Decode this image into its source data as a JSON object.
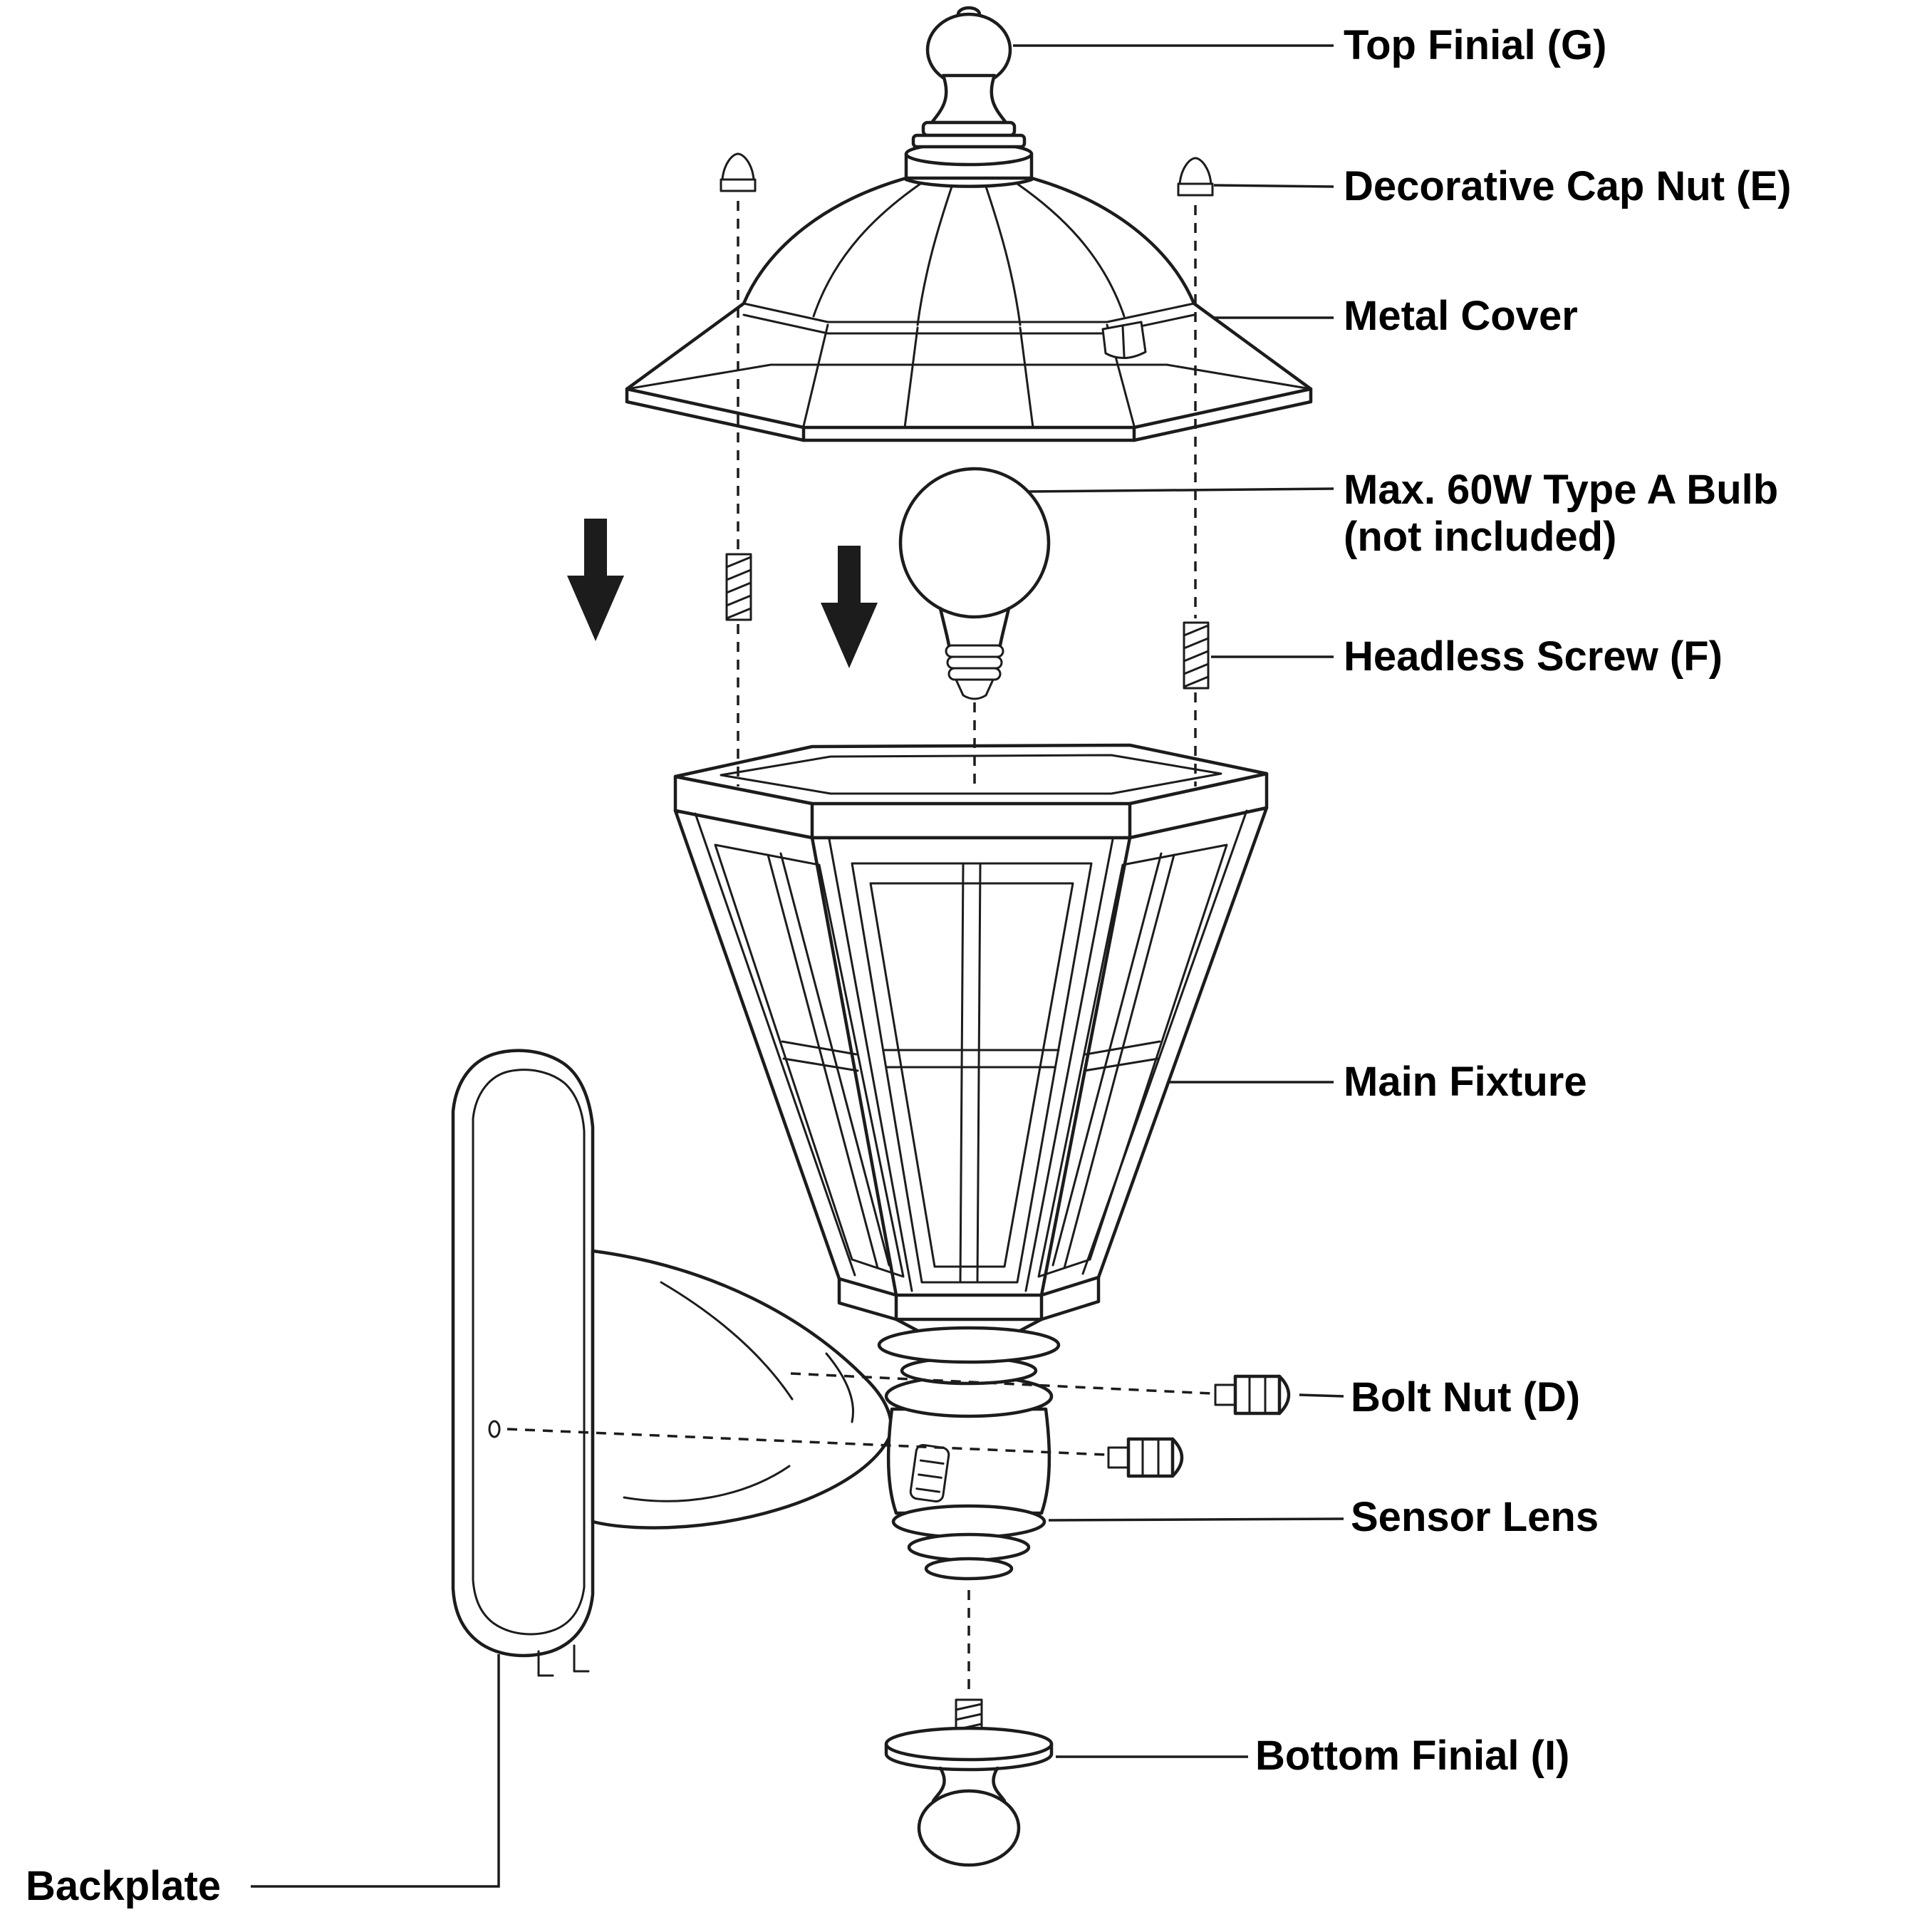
{
  "labels": {
    "top_finial": "Top Finial (G)",
    "decorative_cap_nut": "Decorative Cap Nut (E)",
    "metal_cover": "Metal Cover",
    "bulb_line1": "Max. 60W Type A Bulb",
    "bulb_line2": "(not included)",
    "headless_screw": "Headless Screw (F)",
    "main_fixture": "Main Fixture",
    "bolt_nut": "Bolt Nut (D)",
    "sensor_lens": "Sensor Lens",
    "bottom_finial": "Bottom Finial (I)",
    "backplate": "Backplate"
  },
  "icons": {
    "assembly_direction": "down-arrow-icon"
  },
  "colors": {
    "line": "#1c1c1c",
    "background": "#ffffff",
    "text": "#000000"
  }
}
